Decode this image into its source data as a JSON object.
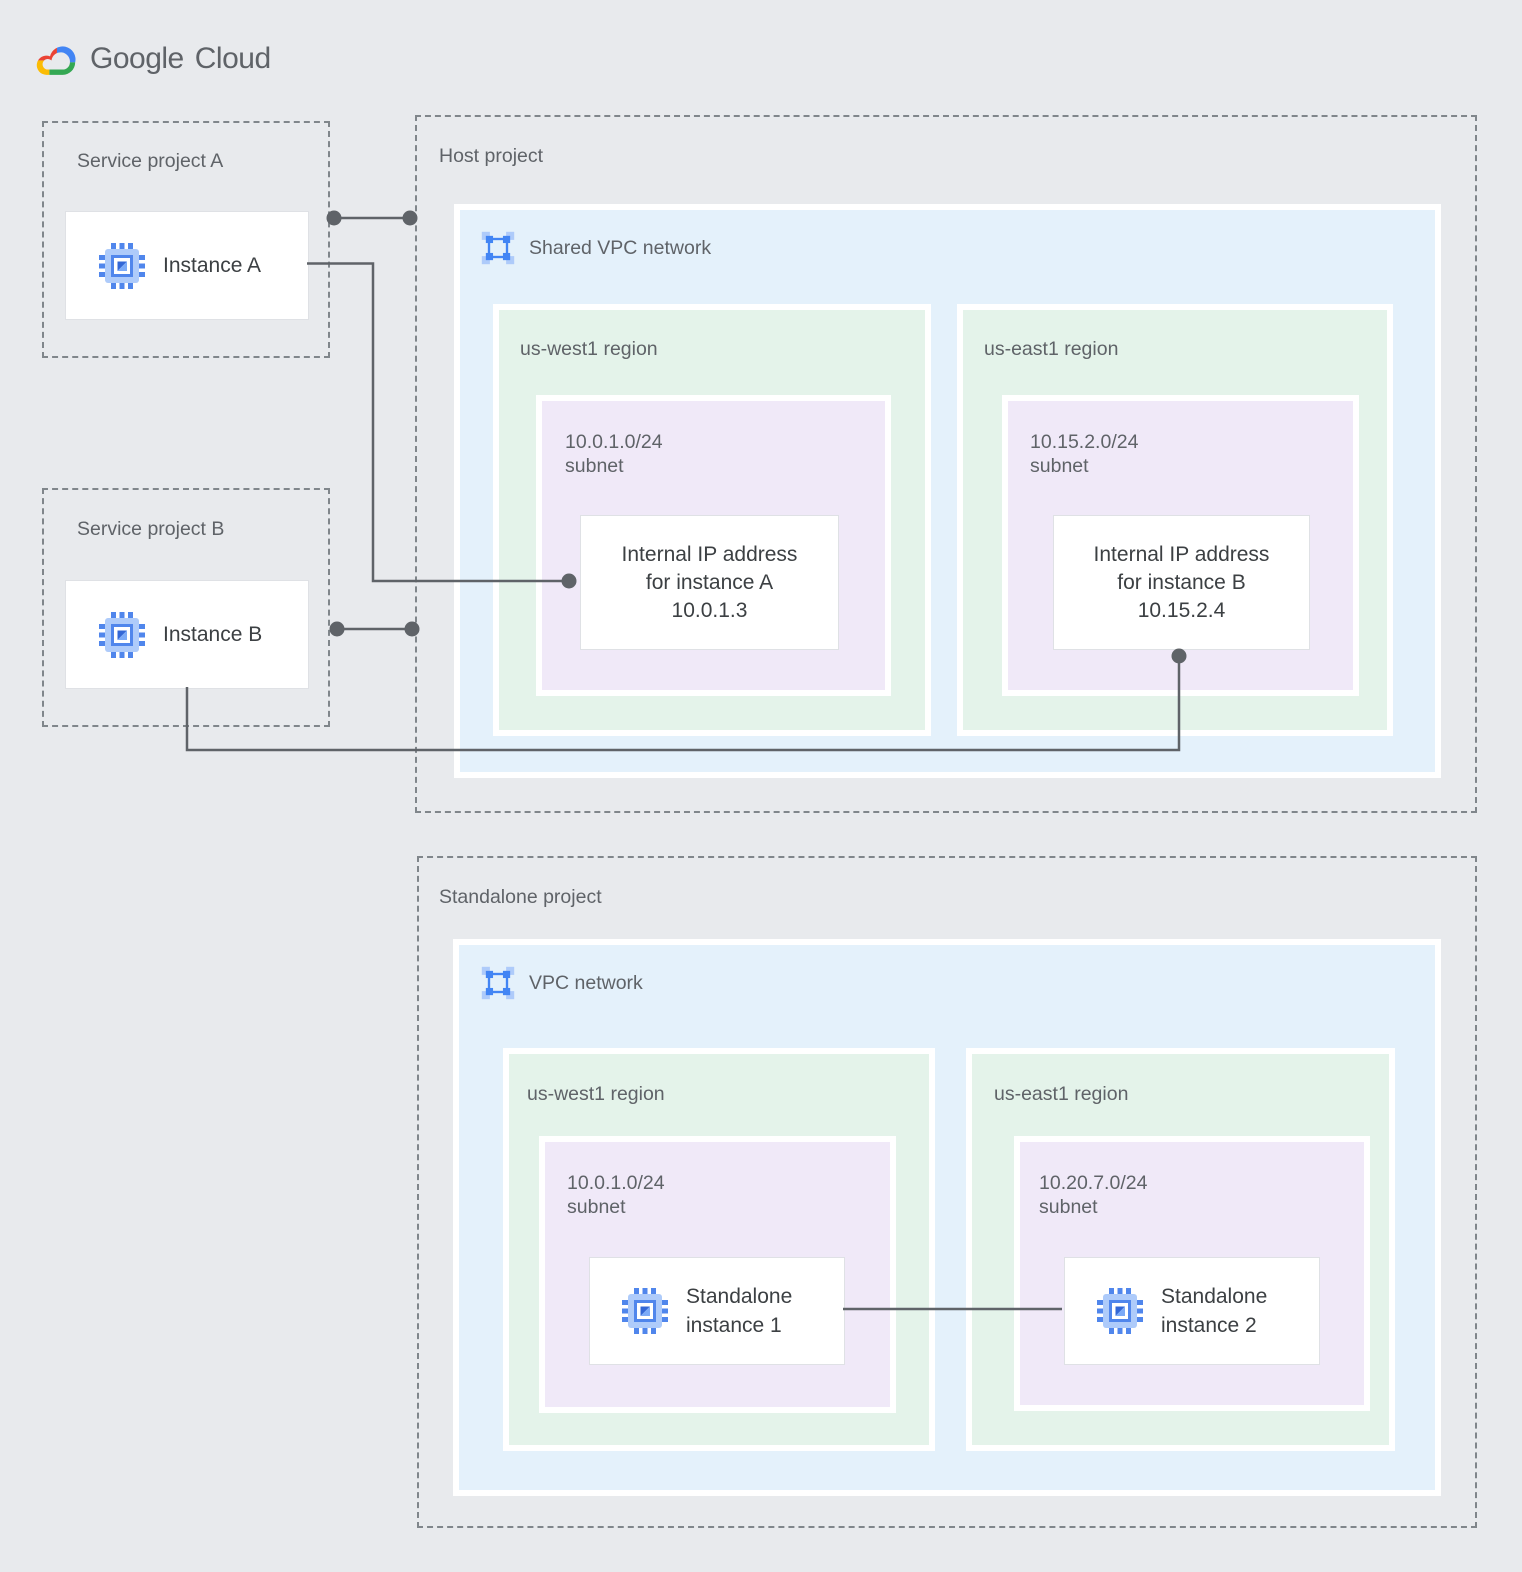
{
  "logo": {
    "brand": "Google",
    "product": "Cloud"
  },
  "palette": {
    "background": "#E8EAED",
    "vpc_blue": "#E4F1FB",
    "region_green": "#E4F3EA",
    "subnet_purple": "#F0E9F8",
    "label_gray": "#5F6368",
    "connector_gray": "#5F6368",
    "google_blue": "#4285F4",
    "google_red": "#EA4335",
    "google_yellow": "#FBBC04",
    "google_green": "#34A853",
    "chip_blue": "#5086EC",
    "chip_light_blue": "#AECBFA"
  },
  "service_project_a": {
    "label": "Service project A",
    "instance_label": "Instance A"
  },
  "service_project_b": {
    "label": "Service project B",
    "instance_label": "Instance B"
  },
  "host_project": {
    "label": "Host project",
    "network_label": "Shared VPC network",
    "west": {
      "region_label": "us-west1 region",
      "subnet_cidr": "10.0.1.0/24",
      "subnet_word": "subnet",
      "ip_card": {
        "line1": "Internal IP address",
        "line2": "for instance A",
        "line3": "10.0.1.3"
      }
    },
    "east": {
      "region_label": "us-east1 region",
      "subnet_cidr": "10.15.2.0/24",
      "subnet_word": "subnet",
      "ip_card": {
        "line1": "Internal IP address",
        "line2": "for instance B",
        "line3": "10.15.2.4"
      }
    }
  },
  "standalone_project": {
    "label": "Standalone project",
    "network_label": "VPC network",
    "west": {
      "region_label": "us-west1 region",
      "subnet_cidr": "10.0.1.0/24",
      "subnet_word": "subnet",
      "instance": {
        "line1": "Standalone",
        "line2": "instance 1"
      }
    },
    "east": {
      "region_label": "us-east1 region",
      "subnet_cidr": "10.20.7.0/24",
      "subnet_word": "subnet",
      "instance": {
        "line1": "Standalone",
        "line2": "instance 2"
      }
    }
  }
}
